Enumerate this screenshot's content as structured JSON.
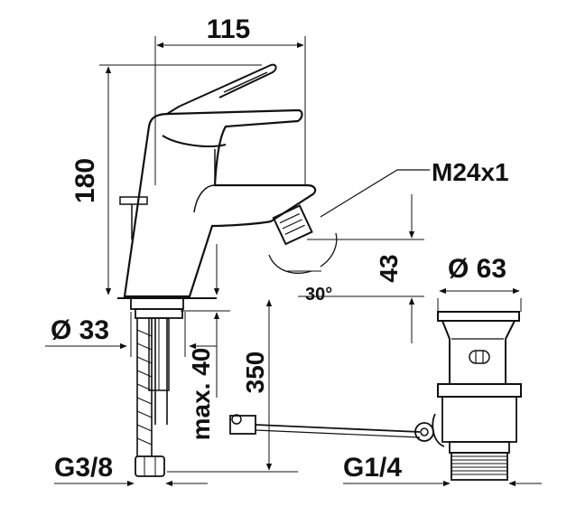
{
  "dimensions": {
    "width_total": "115",
    "height_total": "180",
    "outlet_thread": "M24x1",
    "spout_height": "43",
    "swivel_angle": "30°",
    "base_diameter": "Ø 33",
    "max_thickness": "max. 40",
    "hose_length": "350",
    "waste_diameter": "Ø 63",
    "connection_left": "G3/8",
    "connection_right": "G1/4"
  },
  "colors": {
    "line": "#111111",
    "background": "#ffffff"
  }
}
